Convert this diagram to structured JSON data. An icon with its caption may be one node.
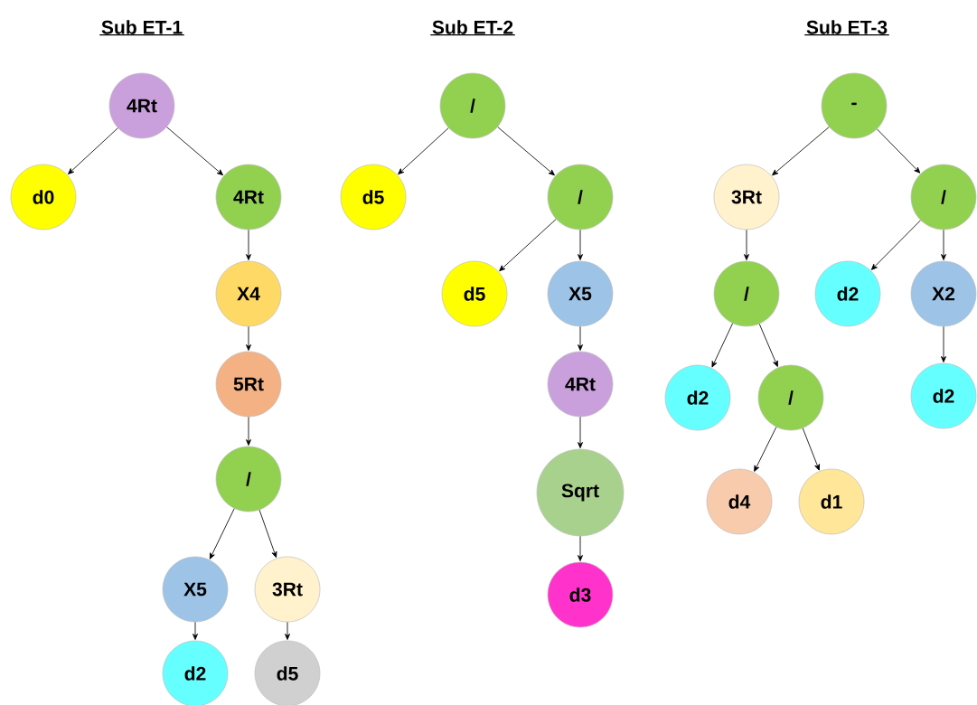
{
  "diagram": {
    "nodes": [
      {
        "text": [
          "4Rt"
        ]
      },
      {
        "text": [
          "d0"
        ]
      },
      {
        "text": [
          "4Rt"
        ]
      },
      {
        "text": [
          "X4"
        ]
      },
      {
        "text": [
          "5Rt"
        ]
      },
      {
        "text": [
          "/"
        ]
      },
      {
        "text": [
          "X5"
        ]
      },
      {
        "text": [
          "3Rt"
        ]
      },
      {
        "text": [
          "d2"
        ]
      },
      {
        "text": [
          "d5"
        ]
      },
      {
        "text": [
          "/"
        ]
      },
      {
        "text": [
          "d5"
        ]
      },
      {
        "text": [
          "/"
        ]
      },
      {
        "text": [
          "d5"
        ]
      },
      {
        "text": [
          "X5"
        ]
      },
      {
        "text": [
          "4Rt"
        ]
      },
      {
        "text": [
          "Sqrt"
        ]
      },
      {
        "text": [
          "d3"
        ]
      },
      {
        "text": [
          "-"
        ]
      },
      {
        "text": [
          "3Rt"
        ]
      },
      {
        "text": [
          "/"
        ]
      },
      {
        "text": [
          "d2"
        ]
      },
      {
        "text": [
          "X2"
        ]
      },
      {
        "text": [
          "/"
        ]
      },
      {
        "text": [
          "d2"
        ]
      },
      {
        "text": [
          "d2"
        ]
      },
      {
        "text": [
          "/"
        ]
      },
      {
        "text": [
          "d4"
        ]
      },
      {
        "text": [
          "d1"
        ]
      }
    ],
    "edges": [
      {
        "from": 0,
        "to": 1,
        "arrow": "to"
      },
      {
        "from": 0,
        "to": 2,
        "arrow": "to"
      },
      {
        "from": 2,
        "to": 3,
        "arrow": "to"
      },
      {
        "from": 3,
        "to": 4,
        "arrow": "to"
      },
      {
        "from": 4,
        "to": 5,
        "arrow": "to"
      },
      {
        "from": 5,
        "to": 6,
        "arrow": "to"
      },
      {
        "from": 5,
        "to": 7,
        "arrow": "to"
      },
      {
        "from": 6,
        "to": 8,
        "arrow": "to"
      },
      {
        "from": 7,
        "to": 9,
        "arrow": "to"
      },
      {
        "from": 10,
        "to": 11,
        "arrow": "to"
      },
      {
        "from": 10,
        "to": 12,
        "arrow": "to"
      },
      {
        "from": 12,
        "to": 13,
        "arrow": "to"
      },
      {
        "from": 12,
        "to": 14,
        "arrow": "to"
      },
      {
        "from": 14,
        "to": 15,
        "arrow": "to"
      },
      {
        "from": 15,
        "to": 16,
        "arrow": "to"
      },
      {
        "from": 16,
        "to": 17,
        "arrow": "to"
      },
      {
        "from": 18,
        "to": 19,
        "arrow": "to"
      },
      {
        "from": 18,
        "to": 20,
        "arrow": "to"
      },
      {
        "from": 19,
        "to": 23,
        "arrow": "to"
      },
      {
        "from": 20,
        "to": 21,
        "arrow": "to"
      },
      {
        "from": 20,
        "to": 22,
        "arrow": "to"
      },
      {
        "from": 22,
        "to": 24,
        "arrow": "to"
      },
      {
        "from": 23,
        "to": 25,
        "arrow": "to"
      },
      {
        "from": 23,
        "to": 26,
        "arrow": "to"
      },
      {
        "from": 26,
        "to": 27,
        "arrow": "to"
      },
      {
        "from": 26,
        "to": 28,
        "arrow": "to"
      }
    ],
    "labels": [
      "Sub ET-1",
      "Sub ET-2",
      "Sub ET-3"
    ]
  }
}
